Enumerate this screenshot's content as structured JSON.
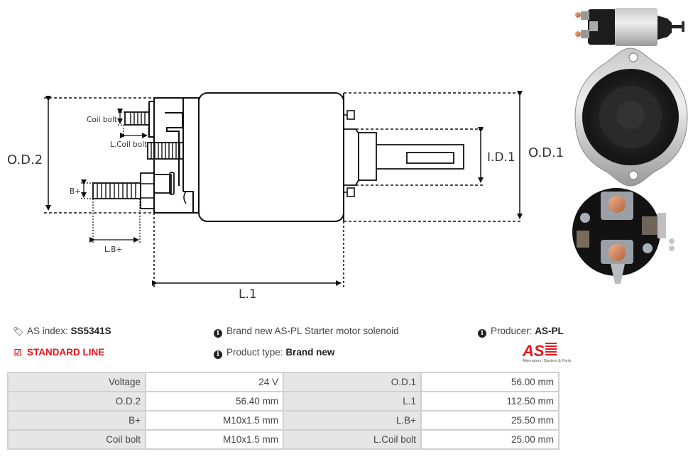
{
  "diagram": {
    "labels": {
      "od2": "O.D.2",
      "od1": "O.D.1",
      "id1": "I.D.1",
      "l1": "L.1",
      "coil_bolt": "Coil bolt",
      "l_coil_bolt": "L.Coil bolt",
      "b_plus": "B+",
      "l_b_plus": "L.B+"
    }
  },
  "photos": [
    {
      "name": "solenoid-side-view"
    },
    {
      "name": "solenoid-front-view"
    },
    {
      "name": "solenoid-terminal-view"
    }
  ],
  "info": {
    "as_index_label": "AS index:",
    "as_index_value": "SS5341S",
    "line_label": "STANDARD LINE",
    "description": "Brand new AS-PL Starter motor solenoid",
    "product_type_label": "Product type:",
    "product_type_value": "Brand new",
    "producer_label": "Producer:",
    "producer_value": "AS-PL",
    "logo_text": "AS",
    "logo_subtitle": "Alternators, Starters & Parts"
  },
  "colors": {
    "accent_red": "#e8141b",
    "key_cell_bg": "#e6e6e6",
    "border": "#d0d0d0"
  },
  "specs": [
    {
      "k1": "Voltage",
      "v1": "24 V",
      "k2": "O.D.1",
      "v2": "56.00 mm"
    },
    {
      "k1": "O.D.2",
      "v1": "56.40 mm",
      "k2": "L.1",
      "v2": "112.50 mm"
    },
    {
      "k1": "B+",
      "v1": "M10x1.5 mm",
      "k2": "L.B+",
      "v2": "25.50 mm"
    },
    {
      "k1": "Coil bolt",
      "v1": "M10x1.5 mm",
      "k2": "L.Coil bolt",
      "v2": "25.00 mm"
    }
  ]
}
